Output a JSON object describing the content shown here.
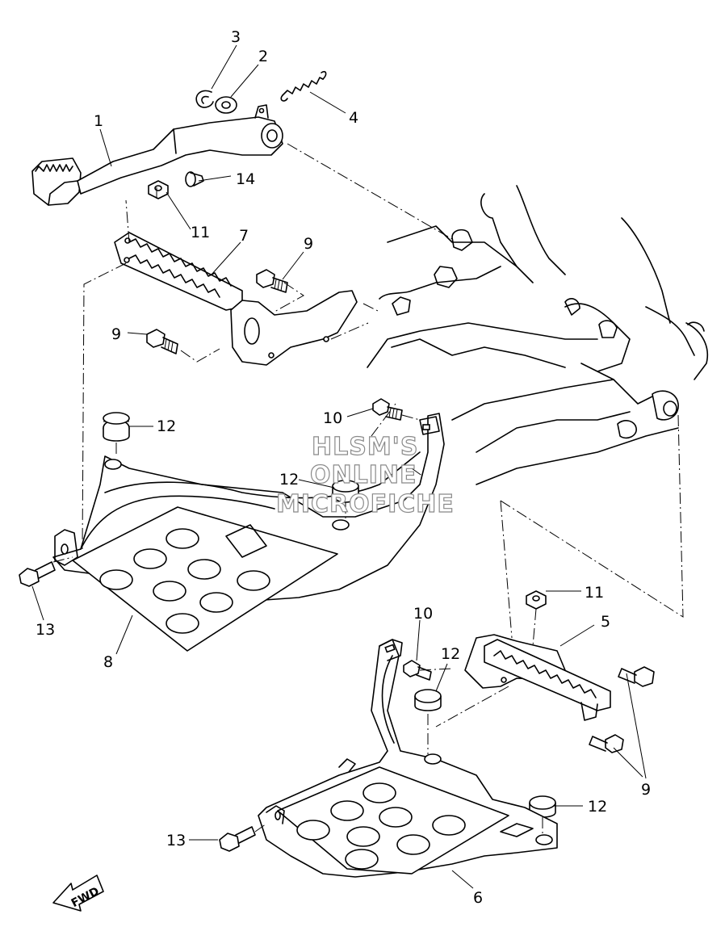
{
  "callouts": {
    "c1": "1",
    "c2": "2",
    "c3": "3",
    "c4": "4",
    "c5": "5",
    "c6": "6",
    "c7": "7",
    "c8": "8",
    "c9a": "9",
    "c9b": "9",
    "c9c": "9",
    "c10a": "10",
    "c10b": "10",
    "c11a": "11",
    "c11b": "11",
    "c12a": "12",
    "c12b": "12",
    "c12c": "12",
    "c12d": "12",
    "c13a": "13",
    "c13b": "13",
    "c14": "14"
  },
  "watermark": {
    "line1": "HLSM'S",
    "line2": "ONLINE",
    "line3": "MICROFICHE"
  },
  "direction_arrow": {
    "label": "FWD"
  },
  "icons": {
    "arrow": "fwd-arrow-icon"
  }
}
